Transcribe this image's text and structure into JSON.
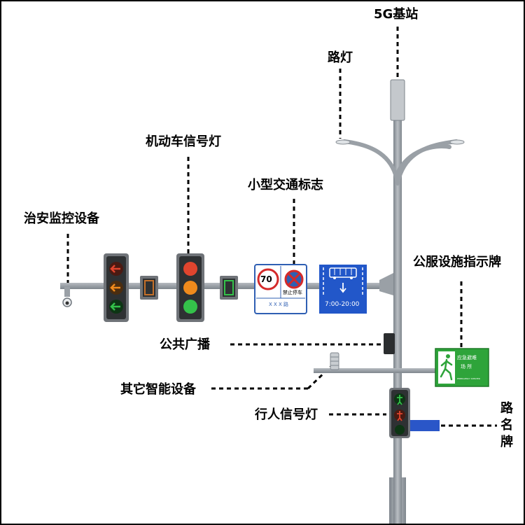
{
  "labels": {
    "base_station": "5G基站",
    "street_light": "路灯",
    "vehicle_signal": "机动车信号灯",
    "small_traffic_sign": "小型交通标志",
    "security_camera": "治安监控设备",
    "public_service_sign": "公服设施指示牌",
    "public_broadcast": "公共广播",
    "other_smart_device": "其它智能设备",
    "pedestrian_signal": "行人信号灯",
    "road_name_sign": "路名牌"
  },
  "speed_sign": {
    "speed_limit": "70",
    "no_parking": "禁止停车",
    "road_name": "X X X 路"
  },
  "bus_lane_sign": {
    "hours": "7:00-20:00"
  },
  "emergency_sign": {
    "line1": "应急避难",
    "line2": "场 所",
    "english": "EMERGENCY SHELTER"
  },
  "colors": {
    "pole": "#9aa0a6",
    "signal_red": "#e0452e",
    "signal_amber": "#f08a1c",
    "signal_green": "#34c24a",
    "bus_sign_blue": "#2257c9",
    "emergency_green": "#2ea43a",
    "road_name_blue": "#2a56c8"
  },
  "icons": [
    "camera-icon",
    "bus-icon",
    "walking-person-icon",
    "arrow-left-icon",
    "arrow-down-icon"
  ]
}
